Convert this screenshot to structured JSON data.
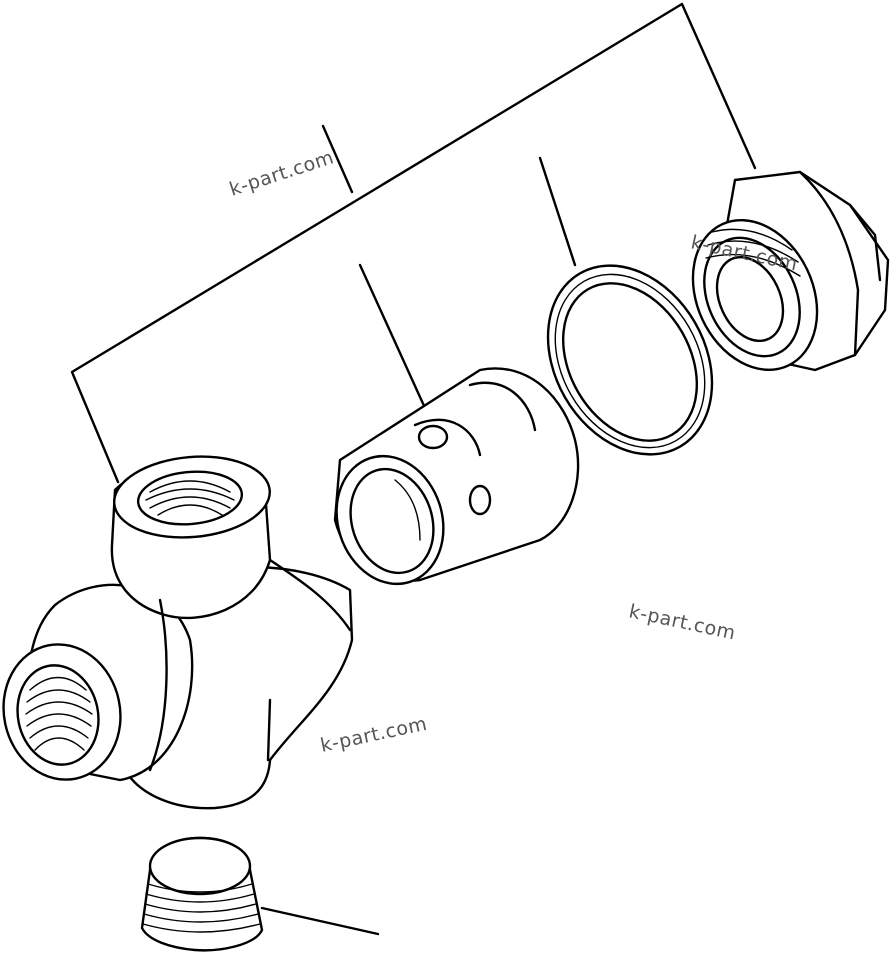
{
  "watermarks": {
    "w1": "k-part.com",
    "w2": "k-part.com",
    "w3": "k-part.com",
    "w4": "k-part.com"
  },
  "colors": {
    "ink": "#000000",
    "background": "#ffffff",
    "watermark": "#555555"
  }
}
